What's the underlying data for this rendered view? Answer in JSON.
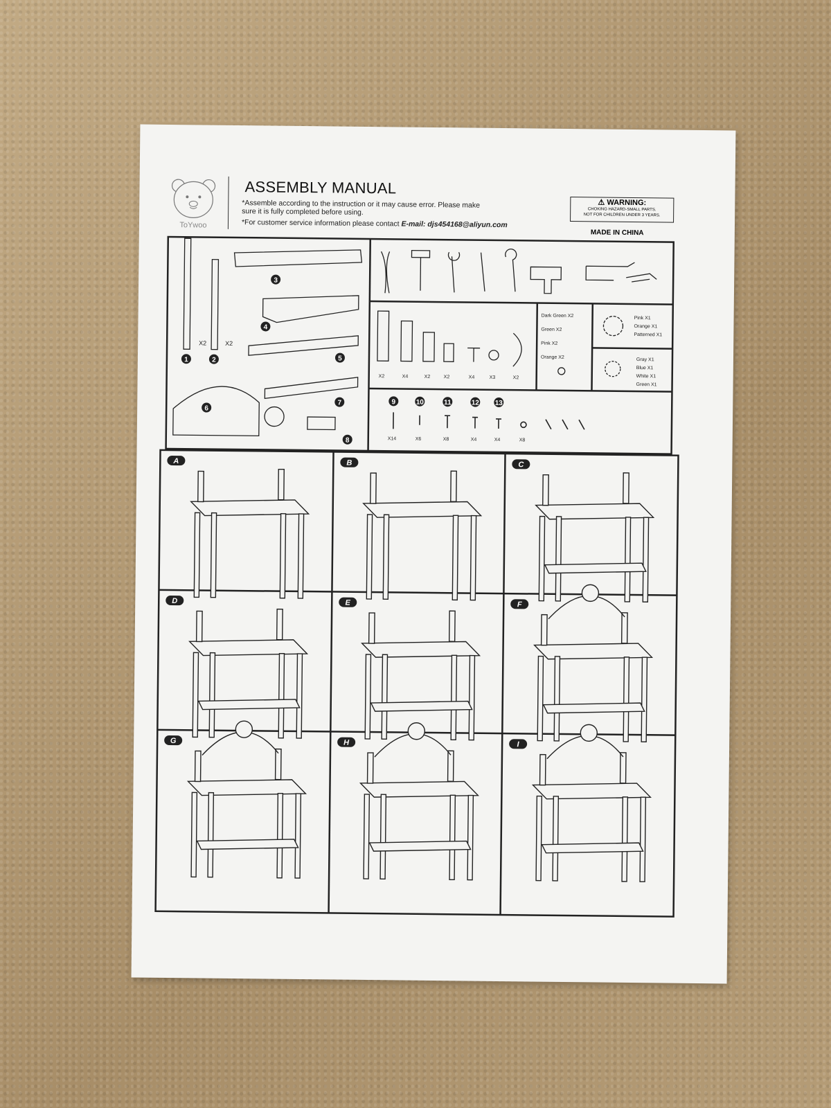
{
  "header": {
    "logo_text": "ToYwoo",
    "title": "ASSEMBLY MANUAL",
    "note_1": "*Assemble according to the instruction or it may cause error. Please make sure it is fully completed before using.",
    "note_2_prefix": "*For customer service information please contact ",
    "note_2_email": "E-mail: djs454168@aliyun.com",
    "warning_title": "WARNING:",
    "warning_line_1": "CHOKING HAZARD-SMALL PARTS.",
    "warning_line_2": "NOT FOR CHILDREN UNDER 3 YEARS.",
    "made_in": "MADE IN CHINA"
  },
  "parts": {
    "part_numbers": [
      "1",
      "2",
      "3",
      "4",
      "5",
      "6",
      "7",
      "8"
    ],
    "leg_qty_1": "X2",
    "leg_qty_2": "X2"
  },
  "small_parts_qty": [
    "X2",
    "X4",
    "X2",
    "X2",
    "X4",
    "X3",
    "X2"
  ],
  "colors_list": [
    {
      "label": "Dark Green X2"
    },
    {
      "label": "Green X2"
    },
    {
      "label": "Pink X2"
    },
    {
      "label": "Orange X2"
    }
  ],
  "gear_large": [
    "Pink X1",
    "Orange X1",
    "Patterned X1"
  ],
  "gear_small": [
    "Gray X1",
    "Blue X1",
    "White X1",
    "Green X1"
  ],
  "hardware": {
    "numbers": [
      "9",
      "10",
      "11",
      "12",
      "13"
    ],
    "qty": [
      "X14",
      "X6",
      "X8",
      "X4",
      "X4",
      "X8"
    ]
  },
  "steps": [
    "A",
    "B",
    "C",
    "D",
    "E",
    "F",
    "G",
    "H",
    "I"
  ],
  "colors": {
    "ink": "#222222",
    "paper": "#f4f4f2",
    "carpet": "#b9a07a"
  }
}
